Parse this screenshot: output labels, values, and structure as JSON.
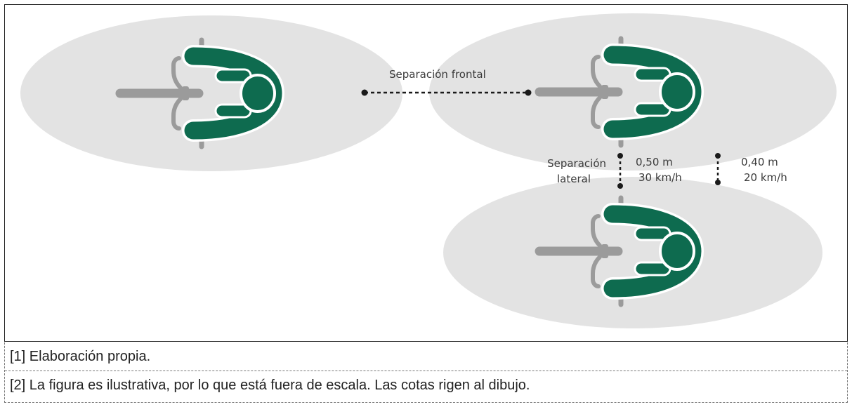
{
  "figure": {
    "labels": {
      "frontal": "Separación frontal",
      "lateral_line1": "Separación",
      "lateral_line2": "lateral",
      "dim1_distance": "0,50 m",
      "dim1_speed": "30 km/h",
      "dim2_distance": "0,40 m",
      "dim2_speed": "20 km/h"
    },
    "colors": {
      "envelope": "#e3e3e3",
      "rider": "#0e6b4f",
      "bike": "#9b9b9b",
      "dimension_line": "#1a1a1a"
    }
  },
  "notes": [
    "[1] Elaboración propia.",
    "[2] La figura es ilustrativa, por lo que está fuera de escala. Las cotas rigen al dibujo."
  ]
}
